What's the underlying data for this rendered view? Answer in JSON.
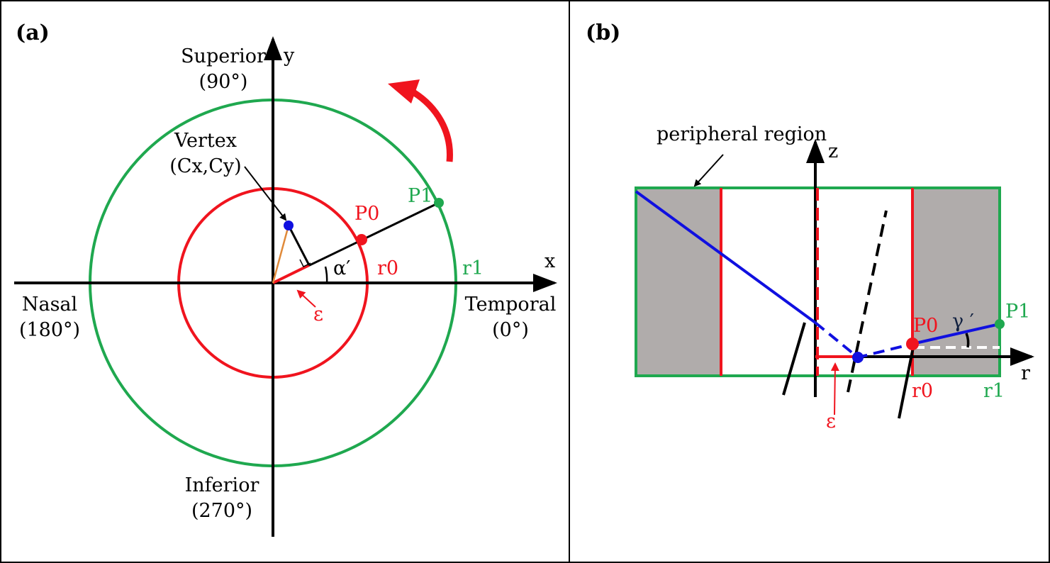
{
  "panel_a": {
    "label": "(a)",
    "y_axis": "y",
    "x_axis": "x",
    "superior": "Superior",
    "superior_deg": "(90°)",
    "inferior": "Inferior",
    "inferior_deg": "(270°)",
    "nasal": "Nasal",
    "nasal_deg": "(180°)",
    "temporal": "Temporal",
    "temporal_deg": "(0°)",
    "vertex": "Vertex",
    "vertex_coords": "(Cx,Cy)",
    "p0": "P0",
    "p1": "P1",
    "r0": "r0",
    "r1": "r1",
    "alpha": "α′",
    "epsilon": "ε"
  },
  "panel_b": {
    "label": "(b)",
    "peripheral": "peripheral region",
    "z_axis": "z",
    "r_axis": "r",
    "p0": "P0",
    "p1": "P1",
    "r0": "r0",
    "r1": "r1",
    "gamma": "γ ′",
    "epsilon": "ε"
  },
  "colors": {
    "green": "#1fa84f",
    "red": "#f0141e",
    "blue": "#1010e0",
    "gray": "#b0acab",
    "orange": "#e08a3a"
  }
}
